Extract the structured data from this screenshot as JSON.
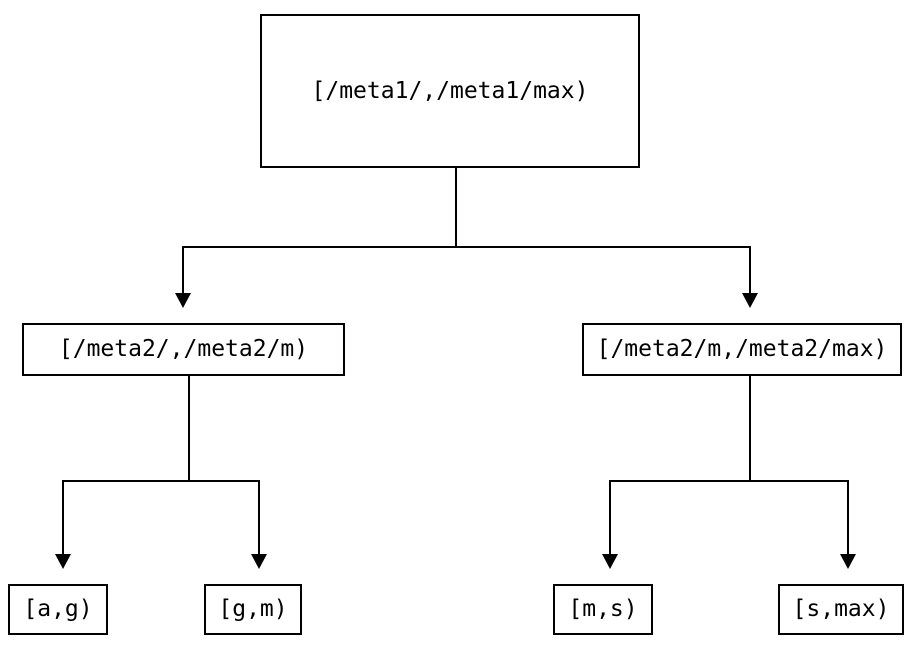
{
  "diagram": {
    "description": "Binary range-partition tree of key intervals",
    "background_color": "#ffffff",
    "line_color": "#000000",
    "text_color": "#000000",
    "nodes": {
      "root": {
        "label": "[/meta1/,/meta1/max)"
      },
      "left_child": {
        "label": "[/meta2/,/meta2/m)"
      },
      "right_child": {
        "label": "[/meta2/m,/meta2/max)"
      },
      "leaf_a_g": {
        "label": "[a,g)"
      },
      "leaf_g_m": {
        "label": "[g,m)"
      },
      "leaf_m_s": {
        "label": "[m,s)"
      },
      "leaf_s_max": {
        "label": "[s,max)"
      }
    },
    "edges": [
      {
        "from": "root",
        "to": "left_child"
      },
      {
        "from": "root",
        "to": "right_child"
      },
      {
        "from": "left_child",
        "to": "leaf_a_g"
      },
      {
        "from": "left_child",
        "to": "leaf_g_m"
      },
      {
        "from": "right_child",
        "to": "leaf_m_s"
      },
      {
        "from": "right_child",
        "to": "leaf_s_max"
      }
    ]
  }
}
